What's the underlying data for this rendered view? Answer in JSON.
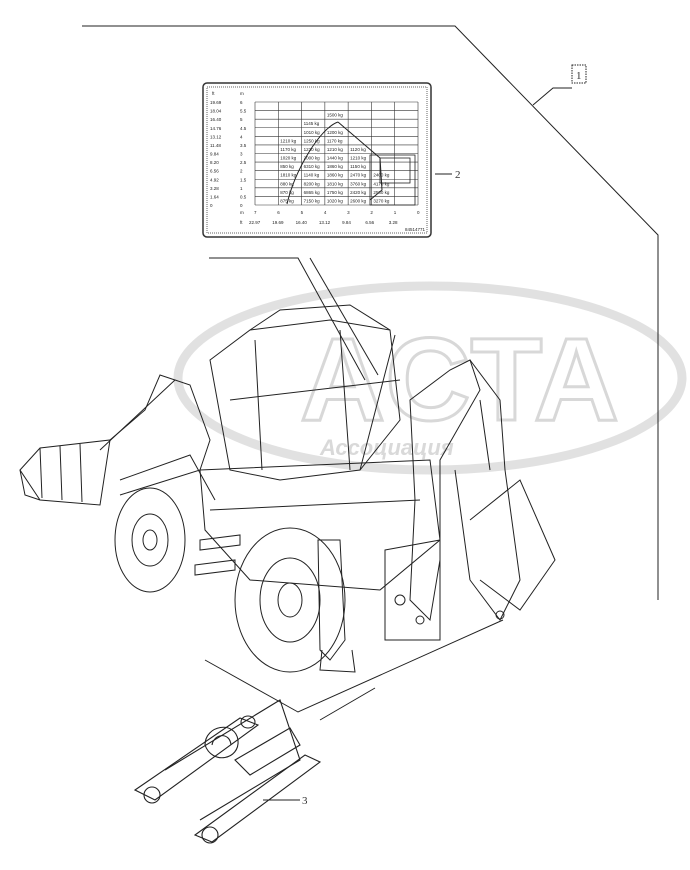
{
  "callouts": {
    "part1": "1",
    "part2": "2",
    "part3": "3"
  },
  "watermark": {
    "title": "ACTA",
    "subtitle": "Ассоциация"
  },
  "load_chart": {
    "unit_ft": "ft",
    "unit_m": "m",
    "ft_height_labels": [
      "19.69",
      "18.04",
      "16.40",
      "14.76",
      "13.12",
      "11.48",
      "9.84",
      "8.20",
      "6.56",
      "4.92",
      "3.28",
      "1.64",
      "0"
    ],
    "m_height_labels": [
      "6",
      "5.5",
      "5",
      "4.5",
      "4",
      "3.5",
      "3",
      "2.5",
      "2",
      "1.5",
      "1",
      "0.5",
      "0"
    ],
    "m_reach_labels": [
      "7",
      "6",
      "5",
      "4",
      "3",
      "2",
      "1",
      "0"
    ],
    "ft_reach_labels": [
      "22.97",
      "19.69",
      "16.40",
      "13.12",
      "9.84",
      "6.56",
      "3.28"
    ],
    "cells": [
      "1500 kg",
      "1145 kg",
      "1010 kg",
      "1200 kg",
      "1210 kg",
      "1250 kg",
      "1170 kg",
      "1170 kg",
      "1230 kg",
      "1210 kg",
      "1120 kg",
      "1020 kg",
      "2000 kg",
      "1440 kg",
      "1210 kg",
      "850 kg",
      "6310 kg",
      "1860 kg",
      "1150 kg",
      "1810 kg",
      "1140 kg",
      "1860 kg",
      "2470 kg",
      "2400 kg",
      "880 kg",
      "8200 kg",
      "1810 kg",
      "3760 kg",
      "4170 kg",
      "870 kg",
      "6865 kg",
      "1750 kg",
      "2420 kg",
      "2580 kg",
      "875 kg",
      "7150 kg",
      "1020 kg",
      "2600 kg",
      "3270 kg"
    ],
    "code": "84514771"
  },
  "colors": {
    "line": "#222222",
    "watermark": "#c8c8c8"
  }
}
